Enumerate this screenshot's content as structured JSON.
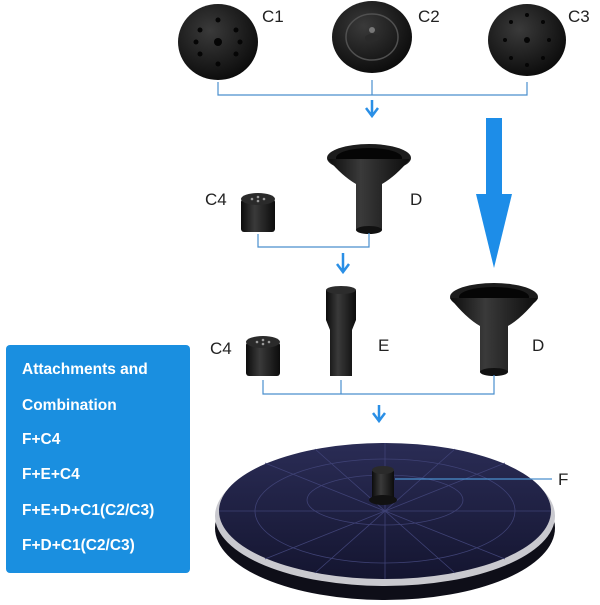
{
  "labels": {
    "c1": "C1",
    "c2": "C2",
    "c3": "C3",
    "c4_top": "C4",
    "d_top": "D",
    "c4_mid": "C4",
    "e": "E",
    "d_right": "D",
    "f": "F"
  },
  "panel": {
    "heading_line1": "Attachments and",
    "heading_line2": "Combination",
    "combos": [
      "F+C4",
      "F+E+C4",
      "F+E+D+C1(C2/C3)",
      "F+D+C1(C2/C3)"
    ]
  },
  "colors": {
    "accent": "#1a8fe0",
    "arrow": "#2a8fe6",
    "connector": "#4a8fce",
    "part": "#141414",
    "solar_panel": "#1c1d3a"
  }
}
